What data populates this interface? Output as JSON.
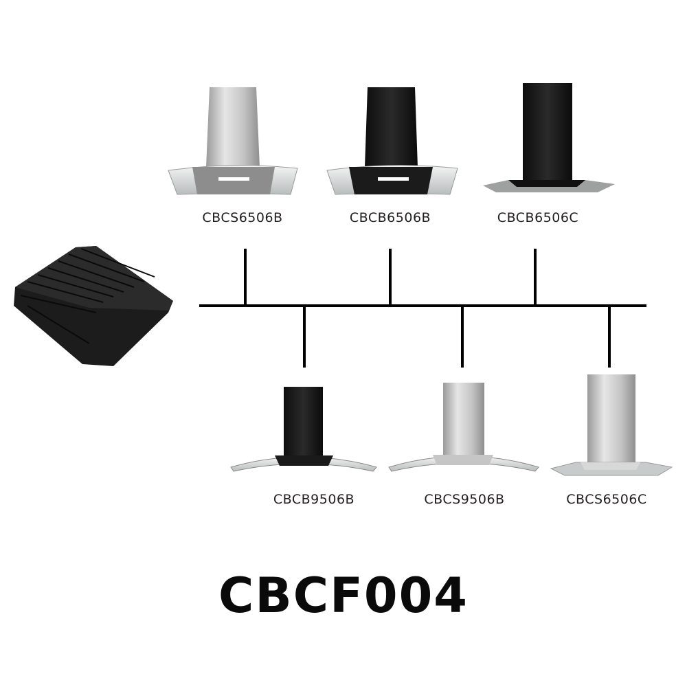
{
  "title": "CBCF004",
  "top_models": [
    {
      "label": "CBCS6506B",
      "finish": "stainless"
    },
    {
      "label": "CBCB6506B",
      "finish": "black"
    },
    {
      "label": "CBCB6506C",
      "finish": "black"
    }
  ],
  "bottom_models": [
    {
      "label": "CBCB9506B",
      "finish": "black"
    },
    {
      "label": "CBCS9506B",
      "finish": "stainless"
    },
    {
      "label": "CBCS6506C",
      "finish": "stainless"
    }
  ],
  "colors": {
    "line": "#000000",
    "text": "#231f20",
    "black_hood": "#1a1a1a",
    "steel_hood": "#c9c9c9"
  }
}
